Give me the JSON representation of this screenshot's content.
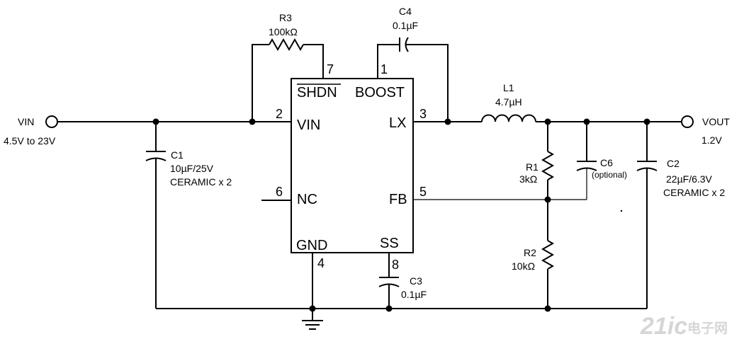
{
  "ic": {
    "pins": {
      "shdn": "SHDN",
      "boost": "BOOST",
      "vin": "VIN",
      "lx": "LX",
      "nc": "NC",
      "fb": "FB",
      "gnd": "GND",
      "ss": "SS"
    },
    "pin_numbers": {
      "shdn": "7",
      "boost": "1",
      "vin": "2",
      "lx": "3",
      "nc": "6",
      "fb": "5",
      "gnd": "4",
      "ss": "8"
    }
  },
  "input": {
    "label": "VIN",
    "range": "4.5V to 23V"
  },
  "output": {
    "label": "VOUT",
    "value": "1.2V"
  },
  "components": {
    "r3": {
      "ref": "R3",
      "value": "100kΩ"
    },
    "c4": {
      "ref": "C4",
      "value": "0.1µF"
    },
    "l1": {
      "ref": "L1",
      "value": "4.7µH"
    },
    "c1": {
      "ref": "C1",
      "value": "10µF/25V",
      "note": "CERAMIC x 2"
    },
    "r1": {
      "ref": "R1",
      "value": "3kΩ"
    },
    "c6": {
      "ref": "C6",
      "note": "(optional)"
    },
    "c2": {
      "ref": "C2",
      "value": "22µF/6.3V",
      "note": "CERAMIC x 2"
    },
    "r2": {
      "ref": "R2",
      "value": "10kΩ"
    },
    "c3": {
      "ref": "C3",
      "value": "0.1µF"
    }
  },
  "watermark": {
    "logo": "21ic",
    "site": "电子网"
  }
}
